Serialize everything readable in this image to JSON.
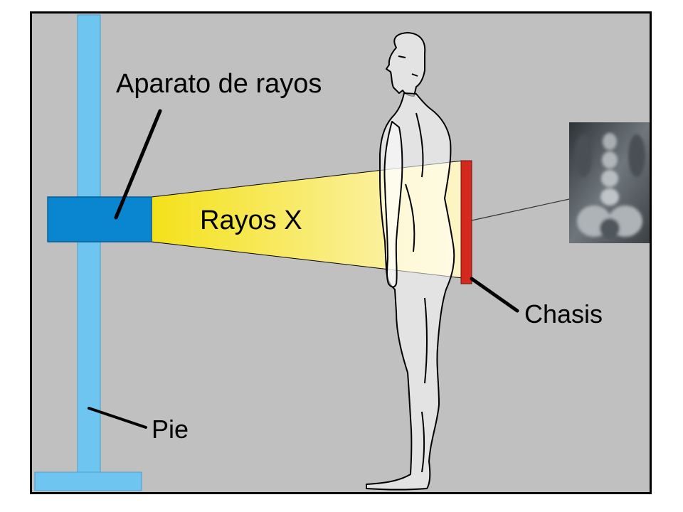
{
  "labels": {
    "aparato": "Aparato de rayos",
    "rayos": "Rayos X",
    "chasis": "Chasis",
    "pie": "Pie"
  },
  "colors": {
    "background": "#c0c0c0",
    "stand": "#6ec6f0",
    "xray_unit": "#0a86d0",
    "beam_start": "#f4e11a",
    "beam_end": "#fdf5c8",
    "cassette": "#d42a1e",
    "border": "#000000"
  },
  "icons": {
    "figure": "human-body-side-view",
    "radiograph": "lumbar-spine-xray-image"
  }
}
